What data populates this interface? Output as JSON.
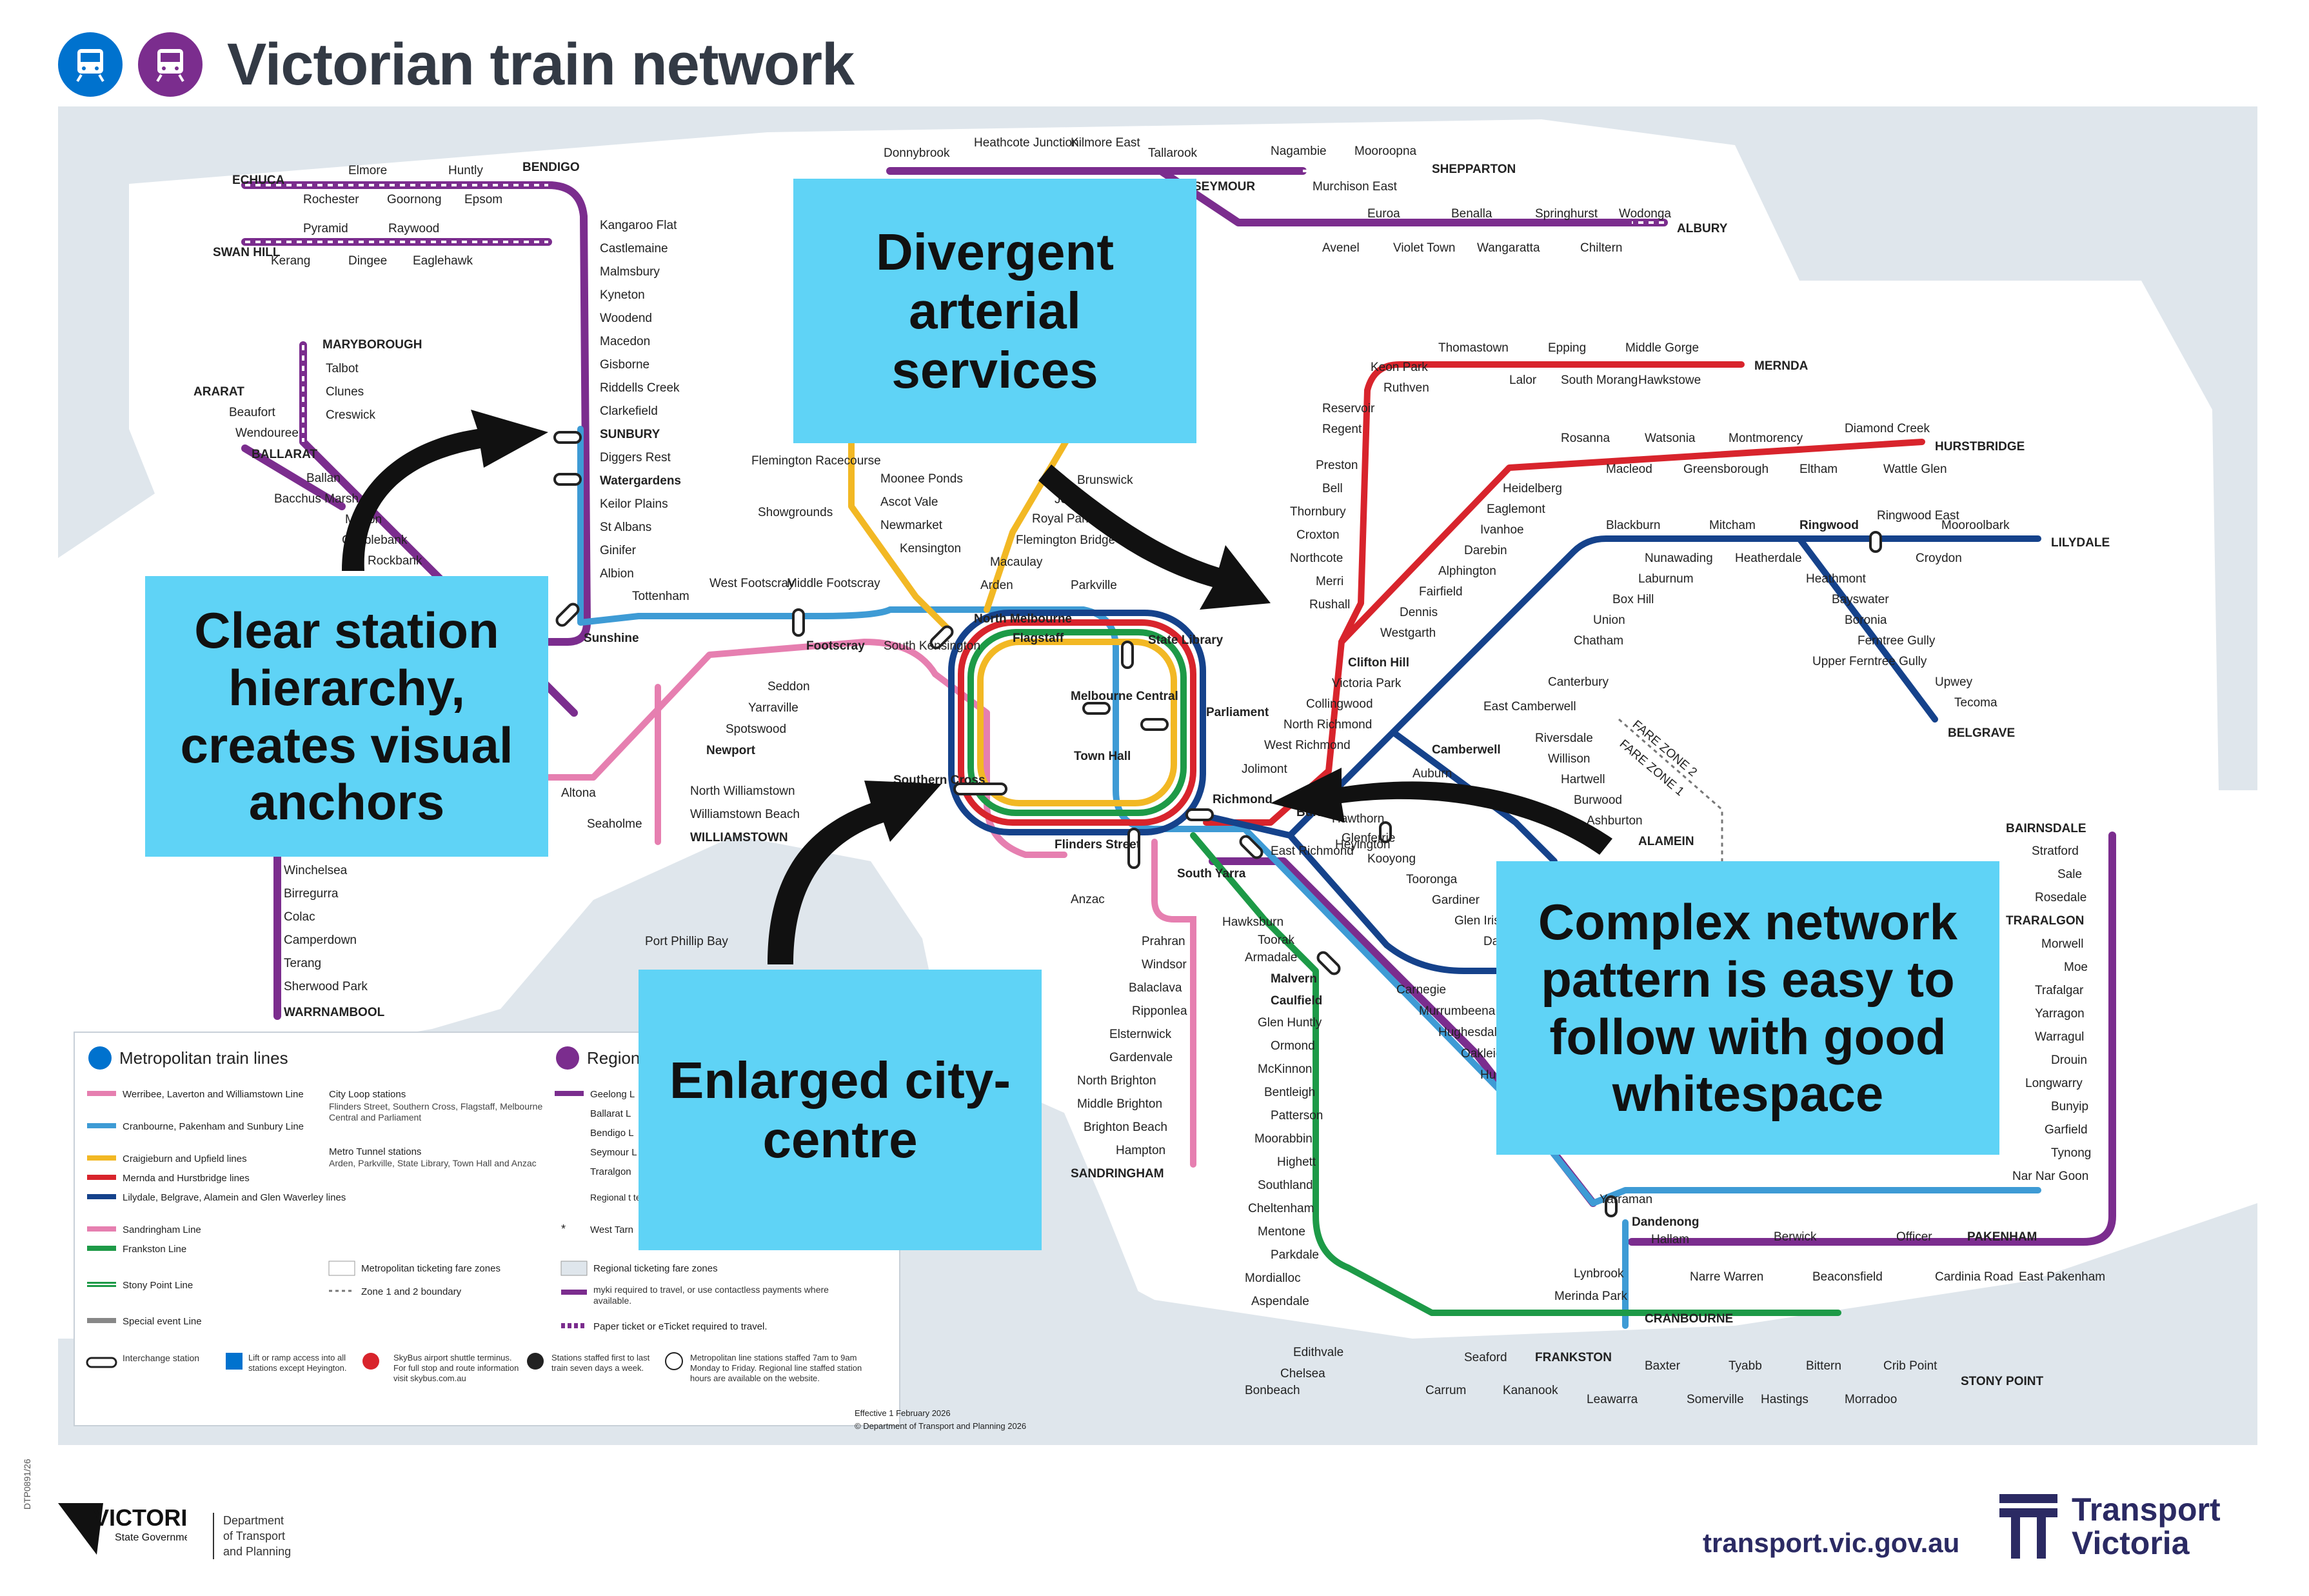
{
  "header": {
    "title": "Victorian train network",
    "metro_icon": "metro-train-icon",
    "regional_icon": "regional-train-icon"
  },
  "callouts": {
    "divergent": "Divergent arterial services",
    "hierarchy": "Clear station hierarchy, creates visual anchors",
    "city": "Enlarged city-centre",
    "complex": "Complex network pattern is easy to follow with good whitespace"
  },
  "colors": {
    "werribee": "#e67fb0",
    "cranbourne": "#3e9bd5",
    "craigieburn": "#f2b824",
    "mernda": "#d8242c",
    "lilydale": "#15428b",
    "frankston": "#1d9a47",
    "regional": "#7b2d8e",
    "water": "#dfe6ec",
    "land": "#ffffff",
    "callout": "#5fd3f6"
  },
  "water_label": "Port Phillip Bay",
  "fare_zones": [
    "FARE ZONE 2",
    "FARE ZONE 1"
  ],
  "stations": {
    "regional_north": [
      "ECHUCA",
      "Elmore",
      "Rochester",
      "Huntly",
      "Goornong",
      "Epsom",
      "BENDIGO",
      "SWAN HILL",
      "Pyramid",
      "Kerang",
      "Raywood",
      "Dingee",
      "Eaglehawk"
    ],
    "bendigo_line": [
      "Kangaroo Flat",
      "Castlemaine",
      "Malmsbury",
      "Kyneton",
      "Woodend",
      "Macedon",
      "Gisborne",
      "Riddells Creek",
      "Clarkefield",
      "SUNBURY",
      "Diggers Rest",
      "Watergardens",
      "Keilor Plains",
      "St Albans",
      "Ginifer",
      "Albion",
      "Sunshine"
    ],
    "ballarat_line": [
      "MARYBOROUGH",
      "Talbot",
      "Clunes",
      "Creswick",
      "ARARAT",
      "Beaufort",
      "Wendouree",
      "BALLARAT",
      "Ballan",
      "Bacchus Marsh",
      "Melton",
      "Cobblebank",
      "Rockbank"
    ],
    "geelong_line": [
      "Winchelsea",
      "Birregurra",
      "Colac",
      "Camperdown",
      "Terang",
      "Sherwood Park",
      "WARRNAMBOOL"
    ],
    "northeast": [
      "Donnybrook",
      "Heathcote Junction",
      "Kilmore East",
      "Tallarook",
      "SEYMOUR",
      "Nagambie",
      "Mooroopna",
      "SHEPPARTON",
      "Murchison East",
      "Euroa",
      "Benalla",
      "Springhurst",
      "Wodonga",
      "ALBURY",
      "Avenel",
      "Violet Town",
      "Wangaratta",
      "Chiltern"
    ],
    "craigieburn": [
      "Flemington Racecourse",
      "Showgrounds",
      "Moonee Ponds",
      "Ascot Vale",
      "Newmarket",
      "Kensington",
      "Macaulay",
      "Flemington Bridge",
      "Royal Park",
      "Jewell",
      "Brunswick"
    ],
    "werribee": [
      "Tottenham",
      "West Footscray",
      "Middle Footscray",
      "Footscray",
      "South Kensington",
      "Seddon",
      "Yarraville",
      "Spotswood",
      "Newport",
      "North Williamstown",
      "Williamstown Beach",
      "WILLIAMSTOWN",
      "Altona",
      "Seaholme"
    ],
    "city": [
      "Arden",
      "Parkville",
      "North Melbourne",
      "Flagstaff",
      "State Library",
      "Melbourne Central",
      "Parliament",
      "Southern Cross",
      "Town Hall",
      "Flinders Street",
      "Anzac",
      "Richmond",
      "South Yarra",
      "East Richmond",
      "Jolimont"
    ],
    "mernda": [
      "Thomastown",
      "Epping",
      "Middle Gorge",
      "MERNDA",
      "Keon Park",
      "Lalor",
      "South Morang",
      "Hawkstowe",
      "Ruthven",
      "Reservoir",
      "Regent",
      "Preston",
      "Bell",
      "Thornbury",
      "Croxton",
      "Northcote",
      "Merri",
      "Rushall",
      "Clifton Hill",
      "Victoria Park",
      "Collingwood",
      "North Richmond",
      "West Richmond"
    ],
    "hurstbridge": [
      "Rosanna",
      "Watsonia",
      "Montmorency",
      "Diamond Creek",
      "HURSTBRIDGE",
      "Macleod",
      "Greensborough",
      "Eltham",
      "Wattle Glen",
      "Heidelberg",
      "Eaglemont",
      "Ivanhoe",
      "Darebin",
      "Alphington",
      "Fairfield",
      "Dennis",
      "Westgarth"
    ],
    "lilydale": [
      "Blackburn",
      "Mitcham",
      "Ringwood",
      "Ringwood East",
      "Mooroolbark",
      "LILYDALE",
      "Nunawading",
      "Heatherdale",
      "Croydon",
      "Laburnum",
      "Heathmont",
      "Box Hill",
      "Bayswater",
      "Union",
      "Boronia",
      "Chatham",
      "Ferntree Gully",
      "Upper Ferntree Gully",
      "Canterbury",
      "Upwey",
      "Tecoma",
      "BELGRAVE",
      "East Camberwell",
      "Camberwell",
      "Riversdale",
      "Willison",
      "Hartwell",
      "Burwood",
      "Ashburton",
      "ALAMEIN",
      "Auburn",
      "Burnley",
      "Hawthorn",
      "Glenferrie",
      "Kooyong",
      "Tooronga",
      "Gardiner",
      "Glen Iris",
      "Darling",
      "Heyington"
    ],
    "sandringham": [
      "Prahran",
      "Windsor",
      "Balaclava",
      "Ripponlea",
      "Elsternwick",
      "Gardenvale",
      "North Brighton",
      "Middle Brighton",
      "Brighton Beach",
      "Hampton",
      "SANDRINGHAM"
    ],
    "frankston": [
      "Hawksburn",
      "Toorak",
      "Armadale",
      "Malvern",
      "Caulfield",
      "Glen Huntly",
      "Ormond",
      "McKinnon",
      "Bentleigh",
      "Patterson",
      "Moorabbin",
      "Highett",
      "Southland",
      "Cheltenham",
      "Mentone",
      "Parkdale",
      "Mordialloc",
      "Aspendale",
      "Edithvale",
      "Chelsea",
      "Bonbeach",
      "Carrum",
      "Seaford",
      "Kananook",
      "FRANKSTON"
    ],
    "stony_point": [
      "Leawarra",
      "Baxter",
      "Somerville",
      "Tyabb",
      "Hastings",
      "Bittern",
      "Morradoo",
      "Crib Point",
      "STONY POINT"
    ],
    "pakenham": [
      "Carnegie",
      "Murrumbeena",
      "Hughesdale",
      "Oakleigh",
      "Huntingdale",
      "Yarraman",
      "Dandenong",
      "Hallam",
      "Berwick",
      "Officer",
      "PAKENHAM",
      "Narre Warren",
      "Beaconsfield",
      "Cardinia Road",
      "East Pakenham",
      "Lynbrook",
      "Merinda Park",
      "CRANBOURNE"
    ],
    "gippsland": [
      "BAIRNSDALE",
      "Stratford",
      "Sale",
      "Rosedale",
      "TRARALGON",
      "Morwell",
      "Moe",
      "Trafalgar",
      "Yarragon",
      "Warragul",
      "Drouin",
      "Longwarry",
      "Bunyip",
      "Garfield",
      "Tynong",
      "Nar Nar Goon"
    ]
  },
  "legend": {
    "metro_title": "Metropolitan train lines",
    "regional_title": "Region",
    "metro_lines": [
      {
        "label": "Werribee, Laverton and Williamstown Line",
        "color": "#e67fb0"
      },
      {
        "label": "Cranbourne, Pakenham and Sunbury Line",
        "color": "#3e9bd5"
      },
      {
        "label": "Craigieburn and Upfield lines",
        "color": "#f2b824"
      },
      {
        "label": "Mernda and Hurstbridge lines",
        "color": "#d8242c"
      },
      {
        "label": "Lilydale, Belgrave, Alamein and Glen Waverley lines",
        "color": "#15428b"
      },
      {
        "label": "Sandringham Line",
        "color": "#e67fb0"
      },
      {
        "label": "Frankston Line",
        "color": "#1d9a47"
      },
      {
        "label": "Stony Point Line",
        "color": "#1d9a47"
      },
      {
        "label": "Special event Line",
        "color": "#888888"
      }
    ],
    "loop_stations_title": "City Loop stations",
    "loop_stations": "Flinders Street, Southern Cross, Flagstaff, Melbourne Central and Parliament",
    "tunnel_title": "Metro Tunnel stations",
    "tunnel_stations": "Arden, Parkville, State Library, Town Hall and Anzac",
    "regional_lines": [
      "Geelong L",
      "Ballarat L",
      "Bendigo L",
      "Seymour L",
      "Traralgon"
    ],
    "regional_terminate": "Regional t terminate",
    "west_tarn": "West Tarn",
    "fare_metro": "Metropolitan ticketing fare zones",
    "fare_boundary": "Zone 1 and 2 boundary",
    "fare_regional": "Regional ticketing fare zones",
    "myki": "myki required to travel, or use contactless payments where available.",
    "paper": "Paper ticket or eTicket required to travel.",
    "interchange": "Interchange station",
    "lift": "Lift or ramp access into all stations except Heyington.",
    "skybus": "SkyBus airport shuttle terminus. For full stop and route information visit skybus.com.au",
    "staffed": "Stations staffed first to last train seven days a week.",
    "metro_staffed": "Metropolitan line stations staffed 7am to 9am Monday to Friday. Regional line staffed station hours are available on the website.",
    "effective": "Effective 1 February 2026",
    "copyright": "© Department of Transport and Planning 2026"
  },
  "footer": {
    "vic_name": "VICTORIA",
    "vic_sub": "State Government",
    "dept_line1": "Department",
    "dept_line2": "of Transport",
    "dept_line3": "and Planning",
    "url": "transport.vic.gov.au",
    "tv_line1": "Transport",
    "tv_line2": "Victoria",
    "doc_ref": "DTP0891/26"
  }
}
